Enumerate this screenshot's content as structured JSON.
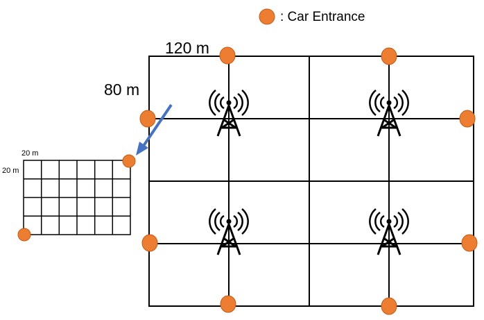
{
  "legend": {
    "label": ": Car Entrance",
    "marker_icon": "entrance-dot"
  },
  "labels": {
    "large_cell": "120 m",
    "distance": "80 m",
    "small_cell_width": "20 m",
    "small_cell_height": "20 m"
  },
  "colors": {
    "entrance_fill": "#ED7D31",
    "entrance_stroke": "#C55A11",
    "arrow": "#4472C4",
    "line": "#000000"
  },
  "icons": {
    "tower": "cell-tower-icon"
  },
  "large_grid": {
    "rows": 4,
    "cols": 4,
    "towers": 4,
    "entrances": 8
  },
  "small_grid": {
    "rows": 4,
    "cols": 6,
    "entrances": 2
  }
}
